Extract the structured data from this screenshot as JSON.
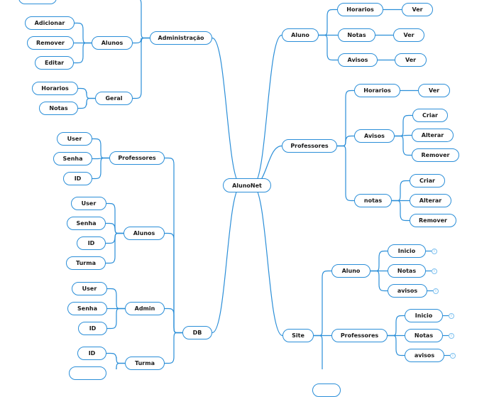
{
  "colors": {
    "line": "#2a8ed8",
    "node_border": "#2a8ed8",
    "info_icon": "#7cc0ef"
  },
  "mindmap": {
    "id": "root",
    "label": "AlunoNet",
    "children": [
      {
        "id": "adm",
        "label": "Administração",
        "children": [
          {
            "id": "adm-top",
            "label": "",
            "children": []
          },
          {
            "id": "adm-alunos",
            "label": "Alunos",
            "children": [
              {
                "id": "adm-alunos-adicionar",
                "label": "Adicionar",
                "children": []
              },
              {
                "id": "adm-alunos-remover",
                "label": "Remover",
                "children": []
              },
              {
                "id": "adm-alunos-editar",
                "label": "Editar",
                "children": []
              }
            ]
          },
          {
            "id": "adm-geral",
            "label": "Geral",
            "children": [
              {
                "id": "adm-geral-horarios",
                "label": "Horarios",
                "children": []
              },
              {
                "id": "adm-geral-notas",
                "label": "Notas",
                "children": []
              }
            ]
          }
        ]
      },
      {
        "id": "db",
        "label": "DB",
        "children": [
          {
            "id": "db-professores",
            "label": "Professores",
            "children": [
              {
                "id": "db-prof-user",
                "label": "User",
                "children": []
              },
              {
                "id": "db-prof-senha",
                "label": "Senha",
                "children": []
              },
              {
                "id": "db-prof-id",
                "label": "ID",
                "children": []
              }
            ]
          },
          {
            "id": "db-alunos",
            "label": "Alunos",
            "children": [
              {
                "id": "db-alunos-user",
                "label": "User",
                "children": []
              },
              {
                "id": "db-alunos-senha",
                "label": "Senha",
                "children": []
              },
              {
                "id": "db-alunos-id",
                "label": "ID",
                "children": []
              },
              {
                "id": "db-alunos-turma",
                "label": "Turma",
                "children": []
              }
            ]
          },
          {
            "id": "db-admin",
            "label": "Admin",
            "children": [
              {
                "id": "db-admin-user",
                "label": "User",
                "children": []
              },
              {
                "id": "db-admin-senha",
                "label": "Senha",
                "children": []
              },
              {
                "id": "db-admin-id",
                "label": "ID",
                "children": []
              }
            ]
          },
          {
            "id": "db-turma",
            "label": "Turma",
            "children": [
              {
                "id": "db-turma-id",
                "label": "ID",
                "children": []
              },
              {
                "id": "db-turma-more",
                "label": "",
                "children": []
              }
            ]
          }
        ]
      },
      {
        "id": "aluno",
        "label": "Aluno",
        "children": [
          {
            "id": "aluno-horarios",
            "label": "Horarios",
            "children": [
              {
                "id": "aluno-horarios-ver",
                "label": "Ver",
                "children": []
              }
            ]
          },
          {
            "id": "aluno-notas",
            "label": "Notas",
            "children": [
              {
                "id": "aluno-notas-ver",
                "label": "Ver",
                "children": []
              }
            ]
          },
          {
            "id": "aluno-avisos",
            "label": "Avisos",
            "children": [
              {
                "id": "aluno-avisos-ver",
                "label": "Ver",
                "children": []
              }
            ]
          }
        ]
      },
      {
        "id": "prof",
        "label": "Professores",
        "children": [
          {
            "id": "prof-horarios",
            "label": "Horarios",
            "children": [
              {
                "id": "prof-horarios-ver",
                "label": "Ver",
                "children": []
              }
            ]
          },
          {
            "id": "prof-avisos",
            "label": "Avisos",
            "children": [
              {
                "id": "prof-avisos-criar",
                "label": "Criar",
                "children": []
              },
              {
                "id": "prof-avisos-alterar",
                "label": "Alterar",
                "children": []
              },
              {
                "id": "prof-avisos-remover",
                "label": "Remover",
                "children": []
              }
            ]
          },
          {
            "id": "prof-notas",
            "label": "notas",
            "children": [
              {
                "id": "prof-notas-criar",
                "label": "Criar",
                "children": []
              },
              {
                "id": "prof-notas-alterar",
                "label": "Alterar",
                "children": []
              },
              {
                "id": "prof-notas-remover",
                "label": "Remover",
                "children": []
              }
            ]
          }
        ]
      },
      {
        "id": "site",
        "label": "Site",
        "children": [
          {
            "id": "site-aluno",
            "label": "Aluno",
            "children": [
              {
                "id": "site-aluno-inicio",
                "label": "Inicio",
                "has_info": true,
                "children": []
              },
              {
                "id": "site-aluno-notas",
                "label": "Notas",
                "has_info": true,
                "children": []
              },
              {
                "id": "site-aluno-avisos",
                "label": "avisos",
                "has_info": true,
                "children": []
              }
            ]
          },
          {
            "id": "site-professores",
            "label": "Professores",
            "children": [
              {
                "id": "site-prof-inicio",
                "label": "Inicio",
                "has_info": true,
                "children": []
              },
              {
                "id": "site-prof-notas",
                "label": "Notas",
                "has_info": true,
                "children": []
              },
              {
                "id": "site-prof-avisos",
                "label": "avisos",
                "has_info": true,
                "children": []
              }
            ]
          },
          {
            "id": "site-more",
            "label": "",
            "children": []
          }
        ]
      }
    ]
  }
}
